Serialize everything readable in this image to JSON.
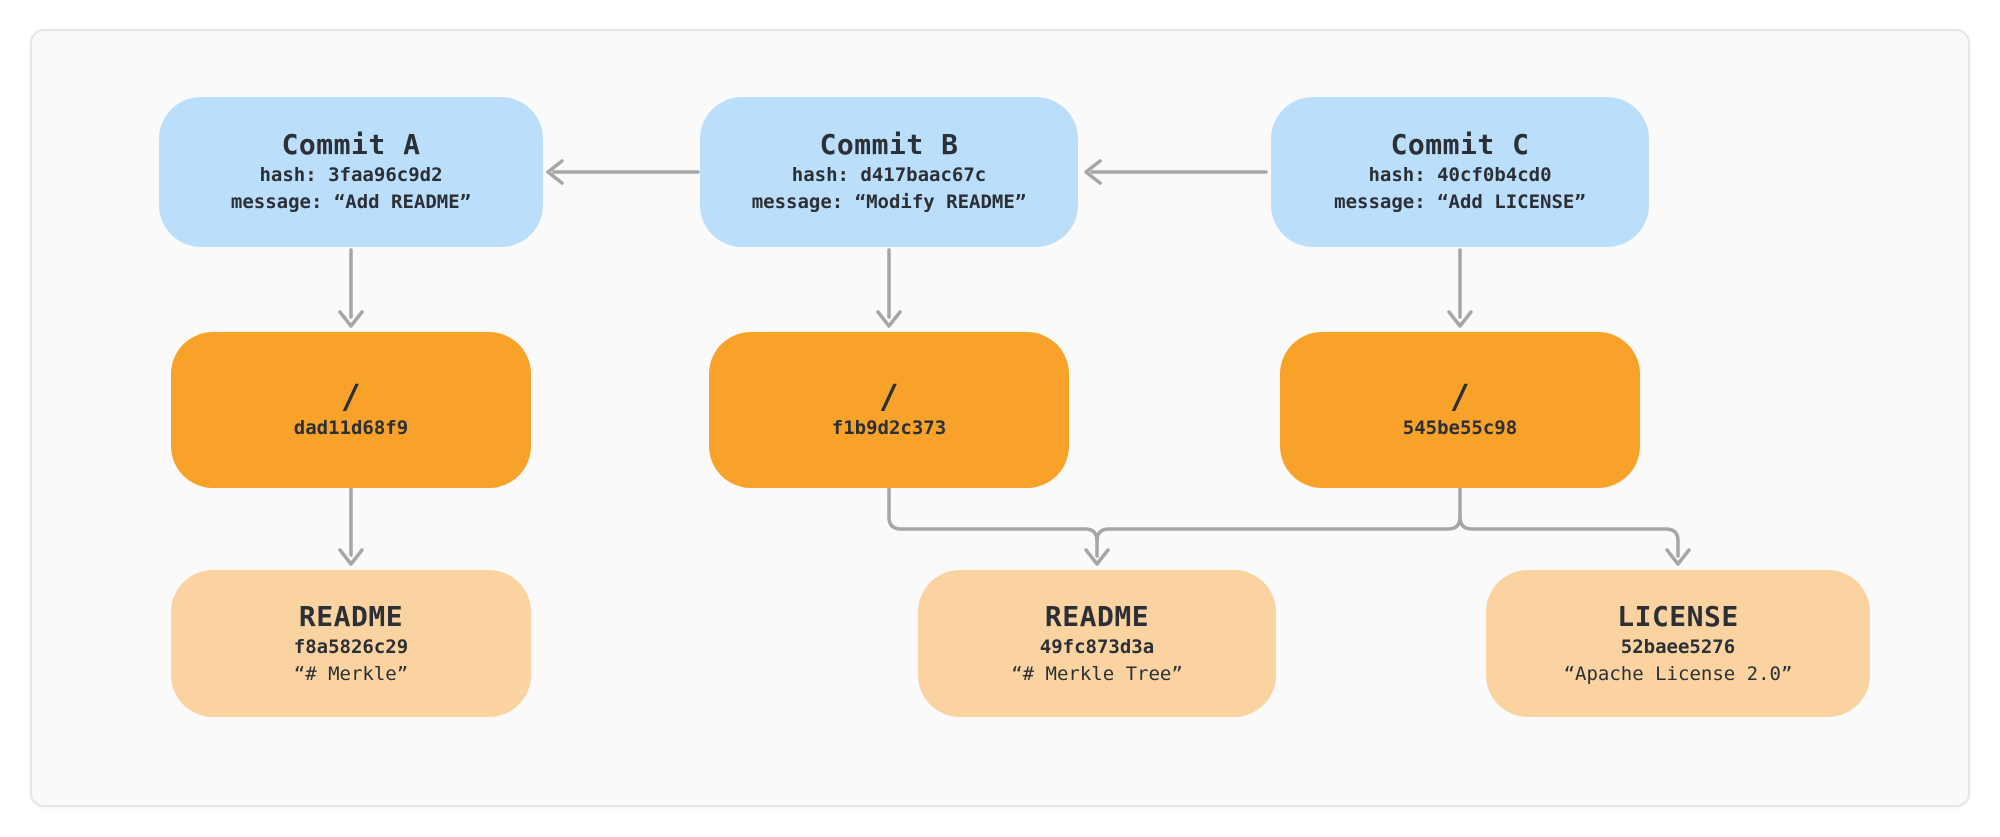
{
  "diagram": {
    "commits": [
      {
        "id": "commit-a",
        "title": "Commit A",
        "hash_line": "hash: 3faa96c9d2",
        "message_line": "message: “Add README”"
      },
      {
        "id": "commit-b",
        "title": "Commit B",
        "hash_line": "hash: d417baac67c",
        "message_line": "message: “Modify README”"
      },
      {
        "id": "commit-c",
        "title": "Commit C",
        "hash_line": "hash: 40cf0b4cd0",
        "message_line": "message: “Add LICENSE”"
      }
    ],
    "trees": [
      {
        "id": "tree-1",
        "title": "/",
        "hash": "dad11d68f9"
      },
      {
        "id": "tree-2",
        "title": "/",
        "hash": "f1b9d2c373"
      },
      {
        "id": "tree-3",
        "title": "/",
        "hash": "545be55c98"
      }
    ],
    "blobs": [
      {
        "id": "blob-readme-1",
        "title": "README",
        "hash": "f8a5826c29",
        "content": "“# Merkle”"
      },
      {
        "id": "blob-readme-2",
        "title": "README",
        "hash": "49fc873d3a",
        "content": "“# Merkle Tree”"
      },
      {
        "id": "blob-license",
        "title": "LICENSE",
        "hash": "52baee5276",
        "content": "“Apache License 2.0”"
      }
    ],
    "edges": [
      {
        "from": "commit-c",
        "to": "commit-b"
      },
      {
        "from": "commit-b",
        "to": "commit-a"
      },
      {
        "from": "commit-a",
        "to": "tree-1"
      },
      {
        "from": "commit-b",
        "to": "tree-2"
      },
      {
        "from": "commit-c",
        "to": "tree-3"
      },
      {
        "from": "tree-1",
        "to": "blob-readme-1"
      },
      {
        "from": "tree-2",
        "to": "blob-readme-2"
      },
      {
        "from": "tree-3",
        "to": "blob-readme-2"
      },
      {
        "from": "tree-3",
        "to": "blob-license"
      }
    ],
    "colors": {
      "commit": "#bbdefb",
      "tree": "#f9a22a",
      "blob": "#fad3a0",
      "arrow": "#a6a6a6",
      "card_bg": "#fafafa",
      "card_border": "#e6e6e9",
      "text": "#2b2f36"
    }
  }
}
